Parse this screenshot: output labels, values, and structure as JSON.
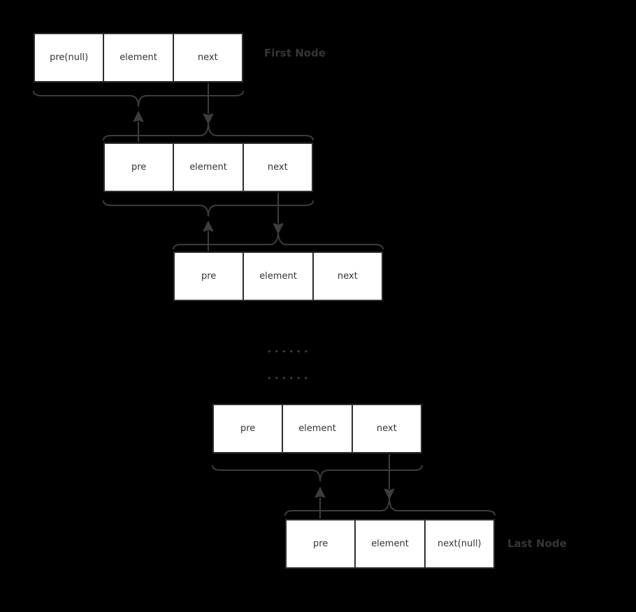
{
  "labels": {
    "first_node": "First Node",
    "last_node": "Last Node",
    "ellipsis": "••••••"
  },
  "nodes": [
    {
      "name": "first",
      "cells": [
        "pre(null)",
        "element",
        "next"
      ]
    },
    {
      "name": "second",
      "cells": [
        "pre",
        "element",
        "next"
      ]
    },
    {
      "name": "third",
      "cells": [
        "pre",
        "element",
        "next"
      ]
    },
    {
      "name": "fourth",
      "cells": [
        "pre",
        "element",
        "next"
      ]
    },
    {
      "name": "last",
      "cells": [
        "pre",
        "element",
        "next(null)"
      ]
    }
  ],
  "colors": {
    "bg": "#000000",
    "boxfill": "#ffffff",
    "boxborder": "#2e2e2e",
    "celltext": "#333333",
    "labeltext": "#363636",
    "connector": "#3d3d3d",
    "dotscolor": "#454545"
  }
}
